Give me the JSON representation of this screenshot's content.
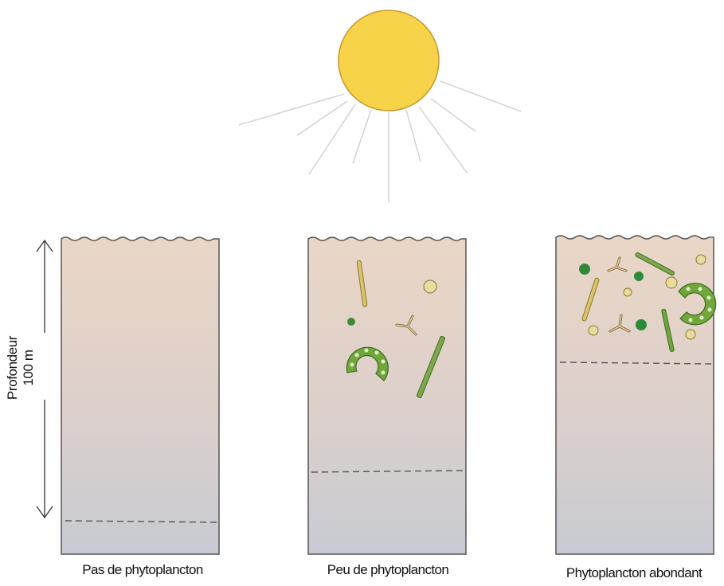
{
  "depth_axis": {
    "label": "Profondeur",
    "value": "100 m"
  },
  "columns": [
    {
      "caption": "Pas de phytoplancton",
      "phytoplankton": "none"
    },
    {
      "caption": "Peu de phytoplancton",
      "phytoplankton": "few"
    },
    {
      "caption": "Phytoplancton abondant",
      "phytoplankton": "abundant"
    }
  ],
  "colors": {
    "sun_fill": "#f7d34a",
    "sun_stroke": "#c9962a",
    "water_top": "#ead8c8",
    "water_bottom": "#c9cbd3",
    "plankton_green": "#5f9a3a",
    "plankton_yellow": "#e2d39a"
  }
}
